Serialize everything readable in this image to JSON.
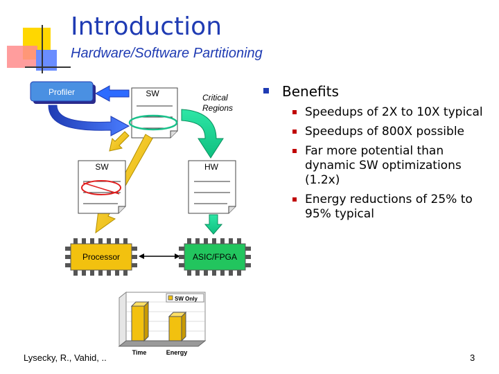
{
  "slide": {
    "title": "Introduction",
    "subtitle": "Hardware/Software Partitioning",
    "page_number": "3",
    "footer": "Lysecky, R., Vahid, .."
  },
  "diagram": {
    "profiler": "Profiler",
    "sw_top": "SW",
    "critical_regions_line1": "Critical",
    "critical_regions_line2": "Regions",
    "sw_bottom": "SW",
    "hw": "HW",
    "processor": "Processor",
    "asic": "ASIC/FPGA"
  },
  "benefits": {
    "heading": "Benefits",
    "items": [
      "Speedups of 2X to 10X typical",
      "Speedups of 800X possible",
      "Far more potential than dynamic SW optimizations (1.2x)",
      "Energy reductions of 25% to 95% typical"
    ]
  },
  "chart_data": {
    "type": "bar",
    "categories": [
      "Time",
      "Energy"
    ],
    "series": [
      {
        "name": "SW Only",
        "values": [
          1.0,
          0.7
        ]
      }
    ],
    "legend": "top-right",
    "colors": {
      "bar": "#f2c10f",
      "walls": "#ffffff"
    }
  },
  "colors": {
    "title": "#1f3bb3",
    "accent_yellow": "#ffd700",
    "accent_red": "#ff4444",
    "profiler_box": "#4a90e2",
    "chip": "#f2c10f",
    "chip_hw": "#22c55e"
  }
}
